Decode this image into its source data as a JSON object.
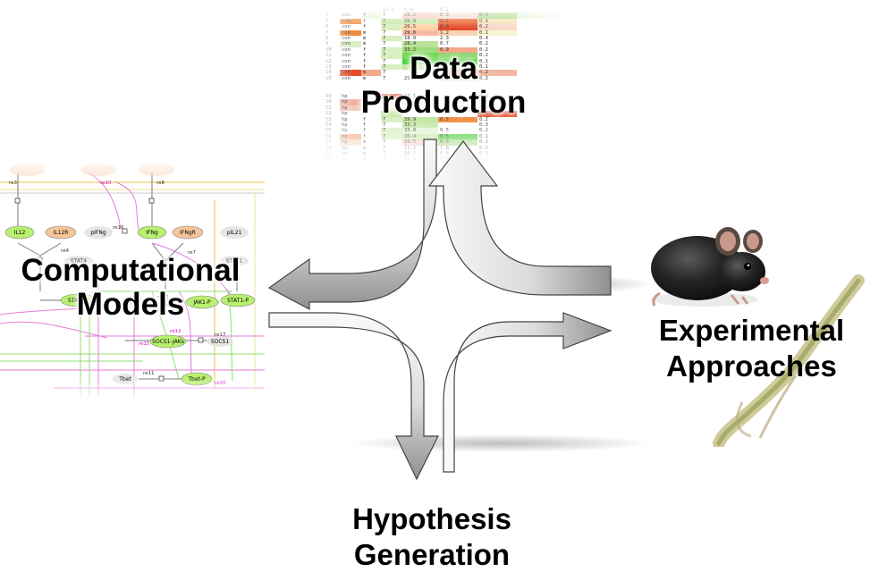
{
  "labels": {
    "data_production": [
      "Data",
      "Production"
    ],
    "computational_models": [
      "Computational",
      "Models"
    ],
    "experimental_approaches": [
      "Experimental",
      "Approaches"
    ],
    "hypothesis_generation": [
      "Hypothesis",
      "Generation"
    ]
  },
  "heatmap": {
    "rows_top": [
      [
        "",
        "",
        "",
        "21.9",
        "0.9",
        "0.2"
      ],
      [
        "4",
        "con",
        "f",
        "7",
        "20.2",
        "0.8",
        "0.4"
      ],
      [
        "5",
        "con",
        "f",
        "7",
        "20.8",
        "1.1",
        "0.4"
      ],
      [
        "6",
        "con",
        "f",
        "7",
        "26.5",
        "0.6",
        "0.2"
      ],
      [
        "7",
        "con",
        "m",
        "7",
        "29.0",
        "1.2",
        "0.1"
      ],
      [
        "8",
        "con",
        "m",
        "7",
        "18.9",
        "2.3",
        "0.4"
      ],
      [
        "9",
        "con",
        "m",
        "7",
        "28.4",
        "0.7",
        "0.2"
      ],
      [
        "10",
        "con",
        "f",
        "7",
        "33.2",
        "0.9",
        "0.2"
      ],
      [
        "11",
        "con",
        "f",
        "7",
        "",
        "",
        "0.2"
      ],
      [
        "12",
        "con",
        "f",
        "7",
        "",
        "",
        "0.1"
      ],
      [
        "13",
        "con",
        "f",
        "7",
        "",
        "",
        "0.1"
      ],
      [
        "14",
        "con",
        "m",
        "7",
        "",
        "",
        "0.2"
      ],
      [
        "15",
        "con",
        "m",
        "7",
        "25.2",
        "1.5",
        "0.2"
      ]
    ],
    "rows_bottom": [
      [
        "49",
        "hp",
        "m",
        "",
        "28.1",
        "",
        "0.1"
      ],
      [
        "50",
        "hp",
        "m",
        "",
        "",
        "",
        "0.1"
      ],
      [
        "51",
        "hp",
        "m",
        "",
        "",
        "",
        "0.1"
      ],
      [
        "52",
        "hp",
        "",
        "",
        "",
        "",
        "0.2"
      ],
      [
        "53",
        "hp",
        "f",
        "7",
        "39.9",
        "0.5",
        "0.2"
      ],
      [
        "54",
        "hp",
        "f",
        "7",
        "33.3",
        "",
        "0.3"
      ],
      [
        "55",
        "hp",
        "f",
        "7",
        "33.8",
        "0.5",
        "0.2"
      ],
      [
        "56",
        "hp",
        "f",
        "7",
        "26.4",
        "0.5",
        "0.1"
      ],
      [
        "57",
        "hp",
        "m",
        "7",
        "29.5",
        "0.6",
        "0.2"
      ],
      [
        "58",
        "hp",
        "m",
        "7",
        "11.1",
        "1.8",
        "0.2"
      ],
      [
        "59",
        "hp",
        "m",
        "7",
        "34.7",
        "0.8",
        "0.3"
      ],
      [
        "60",
        "hp",
        "m",
        "7",
        "32.9",
        "0.9",
        "0.2"
      ]
    ],
    "colors_top": [
      [
        "#fff",
        "#fff",
        "#fff",
        "#fff",
        "#fff",
        "#fff",
        "#fff",
        "#fff"
      ],
      [
        "#fff",
        "#fff",
        "#e8f4d8",
        "#fff",
        "#f4c4b8",
        "#f7d6c8",
        "#9ed67a",
        "#dff2d0"
      ],
      [
        "#fff",
        "#f08a3a",
        "#fff",
        "#c9e6a8",
        "#c7e8a5",
        "#e8541e",
        "#f9e0b0",
        "#ffffff"
      ],
      [
        "#fff",
        "#fff",
        "#fff",
        "#d9efc0",
        "#ffd3a8",
        "#e44b2a",
        "#f8d8c9",
        "#ffffff"
      ],
      [
        "#fff",
        "#f08a3a",
        "#fff",
        "#fff",
        "#f7b9a6",
        "#f9d3b6",
        "#f6f6d0",
        "#fff"
      ],
      [
        "#fff",
        "#fff",
        "#fff",
        "#d9efc0",
        "#fff",
        "#fff",
        "#fff",
        "#fff"
      ],
      [
        "#fff",
        "#d9efc0",
        "#fff",
        "#fff",
        "#b9e29a",
        "#fff",
        "#fff",
        "#fff"
      ],
      [
        "#fff",
        "#fff",
        "#fff",
        "#d9efc0",
        "#9fdc7a",
        "#f3a98a",
        "#fff",
        "#fff"
      ],
      [
        "#fff",
        "#fff",
        "#fff",
        "#d9efc0",
        "#6fd852",
        "#90d870",
        "#fff",
        "#fff"
      ],
      [
        "#fff",
        "#fff",
        "#fff",
        "#fff",
        "#3fd832",
        "#4ad03a",
        "#fff",
        "#fff"
      ],
      [
        "#fff",
        "#fff",
        "#fff",
        "#d9efc0",
        "#bfe6a0",
        "#c6e8a8",
        "#fff",
        "#fff"
      ],
      [
        "#fff",
        "#e44b2a",
        "#f3a98a",
        "#fff",
        "#fff",
        "#e86a4a",
        "#f3b9a0",
        "#fff"
      ],
      [
        "#fff",
        "#fff",
        "#fff",
        "#fff",
        "#fff",
        "#e8f4d8",
        "#fff",
        "#fff"
      ]
    ],
    "colors_bottom": [
      [
        "#fff",
        "#fff",
        "#fff",
        "#e3452a",
        "#fff",
        "#fff",
        "#fff",
        "#fff"
      ],
      [
        "#fff",
        "#f0b0a0",
        "#fff",
        "#e8f4d8",
        "#dff2d0",
        "#fff",
        "#fff",
        "#fff"
      ],
      [
        "#fff",
        "#f6c8b8",
        "#fff",
        "#e8f4d8",
        "#fff",
        "#f8e0d0",
        "#fff",
        "#fff"
      ],
      [
        "#fff",
        "#fff",
        "#fff",
        "#c7e8a5",
        "#fff",
        "#fff",
        "#e44b2a",
        "#fff"
      ],
      [
        "#fff",
        "#fff",
        "#fff",
        "#d9efc0",
        "#bfe6a0",
        "#f08a3a",
        "#fff",
        "#fff"
      ],
      [
        "#fff",
        "#fff",
        "#fff",
        "#fff",
        "#c7e8a5",
        "#fff",
        "#fff",
        "#fff"
      ],
      [
        "#fff",
        "#fff",
        "#fff",
        "#d9efc0",
        "#e0f2cf",
        "#fff",
        "#fff",
        "#fff"
      ],
      [
        "#fff",
        "#f3a98a",
        "#fff",
        "#d9efc0",
        "#c6e8a8",
        "#4ad03a",
        "#fff",
        "#fff"
      ],
      [
        "#fff",
        "#f9d3b6",
        "#fff",
        "#fff",
        "#f4c4b8",
        "#9ed67a",
        "#fff",
        "#fff"
      ],
      [
        "#fff",
        "#fff",
        "#fff",
        "#fff",
        "#fff",
        "#fff",
        "#fff",
        "#fff"
      ],
      [
        "#fff",
        "#fff",
        "#fff",
        "#fff",
        "#fff",
        "#fff",
        "#fff",
        "#fff"
      ],
      [
        "#fff",
        "#fff",
        "#fff",
        "#fff",
        "#fff",
        "#fff",
        "#fff",
        "#fff"
      ]
    ]
  },
  "network": {
    "nodes": {
      "il12": "IL12",
      "il12r": "IL12R",
      "pifng": "pIFNg",
      "ifng": "IFNg",
      "ifngr": "IFNgR",
      "pil21": "pIL21",
      "stat4": "STAT4",
      "stat1": "STAT1",
      "stat4p": "STAT4-P",
      "jak1": "JAK1",
      "jak1p": "JAK1-P",
      "stat1p": "STAT1-P",
      "socs1jak": "SOCS1-JAKs",
      "socs1": "SOCS1",
      "tbet": "Tbet",
      "tbetp": "Tbet-P"
    },
    "reactions": {
      "re3": "re3",
      "re10": "re10",
      "re8": "re8",
      "re16": "re16",
      "re4": "re4",
      "re7": "re7",
      "re13": "re13",
      "re12": "re12",
      "re17": "re17",
      "re15": "re15",
      "re11": "re11",
      "re20": "re20"
    }
  },
  "colors": {
    "node_green": "#b8f070",
    "node_orange": "#f7c59a",
    "node_grey": "#e6e6e6",
    "edge_green": "#8fdc70",
    "edge_pink": "#e878d8",
    "edge_yellow": "#f3e0a0",
    "label_pink": "#d000c0",
    "arrow_fill_light": "#f4f4f4",
    "arrow_fill_dark": "#9a9a9a"
  }
}
